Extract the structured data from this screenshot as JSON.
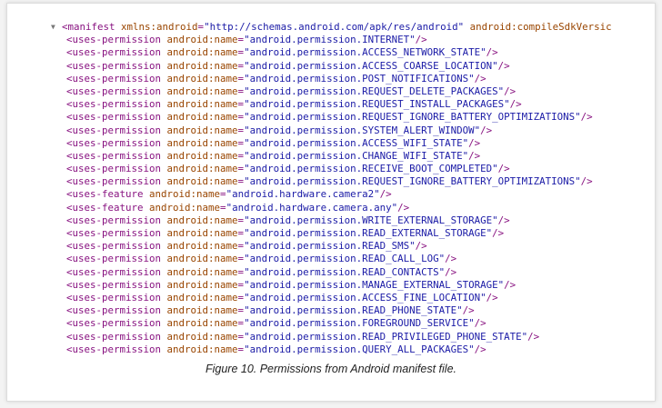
{
  "manifest_line": {
    "open": "<manifest",
    "attr1": "xmlns:android",
    "val1": "\"http://schemas.android.com/apk/res/android\"",
    "attr2": "android:compileSdkVersic"
  },
  "lines": [
    {
      "tag": "<uses-permission",
      "attr": "android:name",
      "value": "\"android.permission.INTERNET\"",
      "close": "/>"
    },
    {
      "tag": "<uses-permission",
      "attr": "android:name",
      "value": "\"android.permission.ACCESS_NETWORK_STATE\"",
      "close": "/>"
    },
    {
      "tag": "<uses-permission",
      "attr": "android:name",
      "value": "\"android.permission.ACCESS_COARSE_LOCATION\"",
      "close": "/>"
    },
    {
      "tag": "<uses-permission",
      "attr": "android:name",
      "value": "\"android.permission.POST_NOTIFICATIONS\"",
      "close": "/>"
    },
    {
      "tag": "<uses-permission",
      "attr": "android:name",
      "value": "\"android.permission.REQUEST_DELETE_PACKAGES\"",
      "close": "/>"
    },
    {
      "tag": "<uses-permission",
      "attr": "android:name",
      "value": "\"android.permission.REQUEST_INSTALL_PACKAGES\"",
      "close": "/>"
    },
    {
      "tag": "<uses-permission",
      "attr": "android:name",
      "value": "\"android.permission.REQUEST_IGNORE_BATTERY_OPTIMIZATIONS\"",
      "close": "/>"
    },
    {
      "tag": "<uses-permission",
      "attr": "android:name",
      "value": "\"android.permission.SYSTEM_ALERT_WINDOW\"",
      "close": "/>"
    },
    {
      "tag": "<uses-permission",
      "attr": "android:name",
      "value": "\"android.permission.ACCESS_WIFI_STATE\"",
      "close": "/>"
    },
    {
      "tag": "<uses-permission",
      "attr": "android:name",
      "value": "\"android.permission.CHANGE_WIFI_STATE\"",
      "close": "/>"
    },
    {
      "tag": "<uses-permission",
      "attr": "android:name",
      "value": "\"android.permission.RECEIVE_BOOT_COMPLETED\"",
      "close": "/>"
    },
    {
      "tag": "<uses-permission",
      "attr": "android:name",
      "value": "\"android.permission.REQUEST_IGNORE_BATTERY_OPTIMIZATIONS\"",
      "close": "/>"
    },
    {
      "tag": "<uses-feature",
      "attr": "android:name",
      "value": "\"android.hardware.camera2\"",
      "close": "/>"
    },
    {
      "tag": "<uses-feature",
      "attr": "android:name",
      "value": "\"android.hardware.camera.any\"",
      "close": "/>"
    },
    {
      "tag": "<uses-permission",
      "attr": "android:name",
      "value": "\"android.permission.WRITE_EXTERNAL_STORAGE\"",
      "close": "/>"
    },
    {
      "tag": "<uses-permission",
      "attr": "android:name",
      "value": "\"android.permission.READ_EXTERNAL_STORAGE\"",
      "close": "/>"
    },
    {
      "tag": "<uses-permission",
      "attr": "android:name",
      "value": "\"android.permission.READ_SMS\"",
      "close": "/>"
    },
    {
      "tag": "<uses-permission",
      "attr": "android:name",
      "value": "\"android.permission.READ_CALL_LOG\"",
      "close": "/>"
    },
    {
      "tag": "<uses-permission",
      "attr": "android:name",
      "value": "\"android.permission.READ_CONTACTS\"",
      "close": "/>"
    },
    {
      "tag": "<uses-permission",
      "attr": "android:name",
      "value": "\"android.permission.MANAGE_EXTERNAL_STORAGE\"",
      "close": "/>"
    },
    {
      "tag": "<uses-permission",
      "attr": "android:name",
      "value": "\"android.permission.ACCESS_FINE_LOCATION\"",
      "close": "/>"
    },
    {
      "tag": "<uses-permission",
      "attr": "android:name",
      "value": "\"android.permission.READ_PHONE_STATE\"",
      "close": "/>"
    },
    {
      "tag": "<uses-permission",
      "attr": "android:name",
      "value": "\"android.permission.FOREGROUND_SERVICE\"",
      "close": "/>"
    },
    {
      "tag": "<uses-permission",
      "attr": "android:name",
      "value": "\"android.permission.READ_PRIVILEGED_PHONE_STATE\"",
      "close": "/>"
    },
    {
      "tag": "<uses-permission",
      "attr": "android:name",
      "value": "\"android.permission.QUERY_ALL_PACKAGES\"",
      "close": "/>"
    }
  ],
  "caption": "Figure 10. Permissions from Android manifest file.",
  "colors": {
    "tag": "#881280",
    "attr": "#994500",
    "value": "#1a1aa6"
  }
}
